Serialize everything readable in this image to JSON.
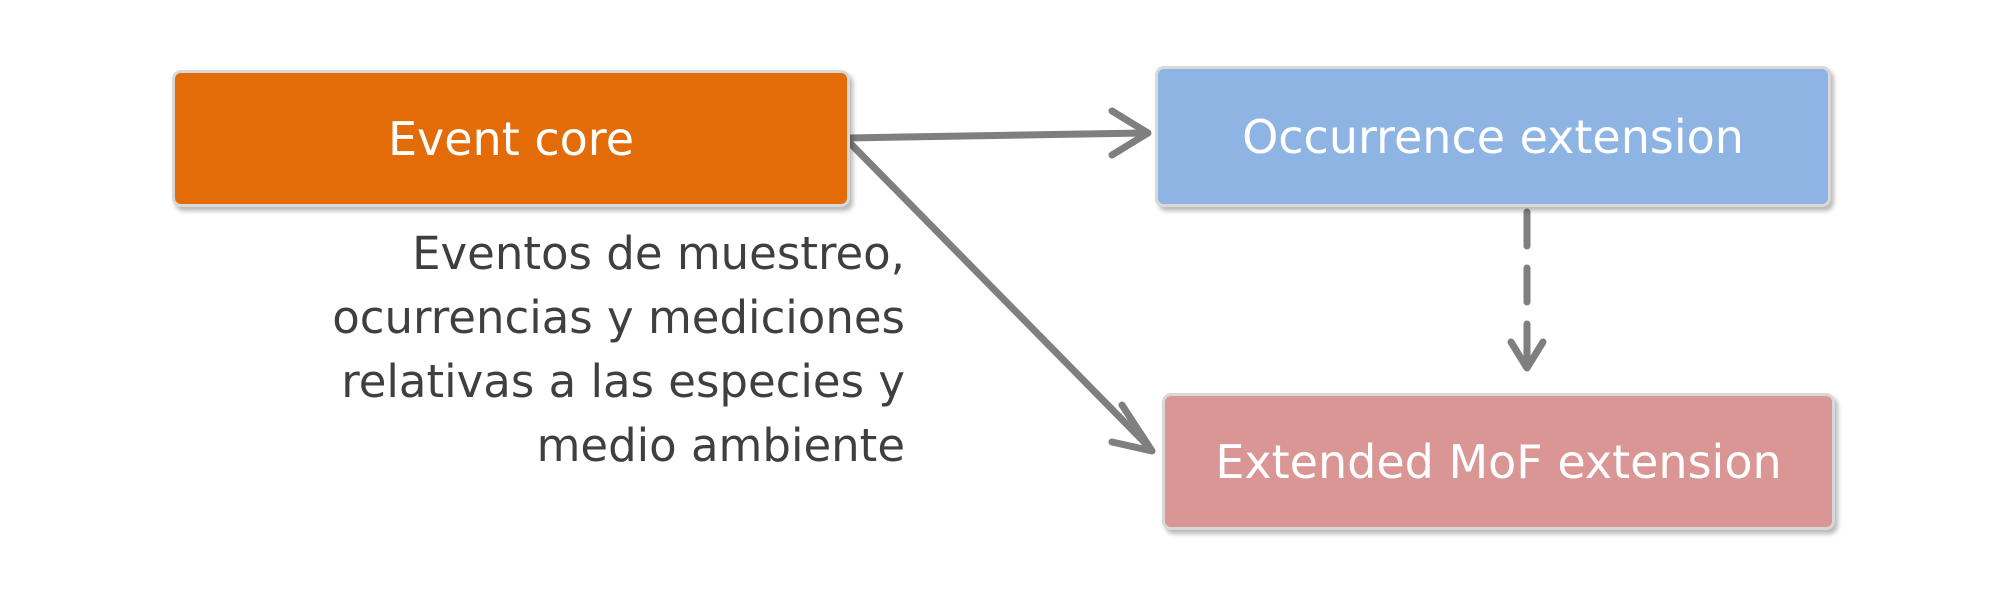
{
  "nodes": {
    "event_core": "Event core",
    "occurrence_extension": "Occurrence extension",
    "emof_extension": "Extended MoF extension"
  },
  "description": [
    "Eventos de muestreo,",
    "ocurrencias y mediciones",
    "relativas a las especies y",
    "medio ambiente"
  ],
  "colors": {
    "event_core": "#e36c09",
    "occurrence_extension": "#8eb4e3",
    "emof_extension": "#d99694",
    "connector": "#7f7f7f",
    "text": "#3f3f3f"
  }
}
